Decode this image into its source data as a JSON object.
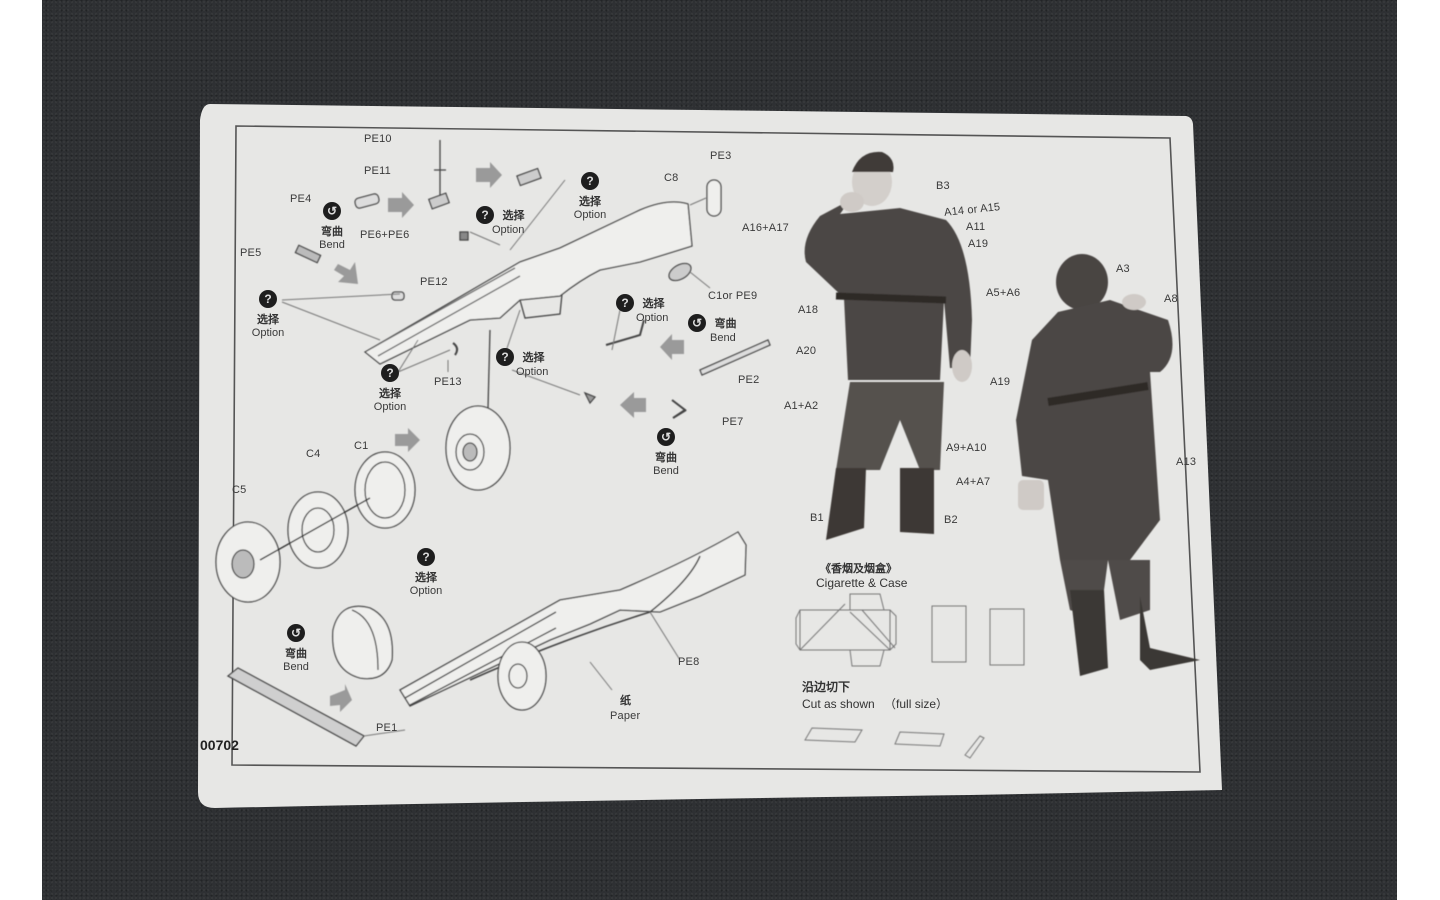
{
  "sheet": {
    "product_code": "00702",
    "colors": {
      "background": "#2e3033",
      "paper": "#e7e7e5",
      "ink": "#3a3a3a",
      "arrow": "#9a9a9a",
      "figure_uniform": "#4b4745"
    }
  },
  "legend": {
    "option": {
      "cn": "选择",
      "en": "Option",
      "icon": "question-circle-icon"
    },
    "bend": {
      "cn": "弯曲",
      "en": "Bend",
      "icon": "bend-circle-icon"
    }
  },
  "weapon_assembly": {
    "labels": {
      "pe10": "PE10",
      "pe11": "PE11",
      "pe4": "PE4",
      "pe5": "PE5",
      "pe6": "PE6+PE6",
      "pe12": "PE12",
      "pe13": "PE13",
      "pe3": "PE3",
      "c8": "C8",
      "c1_pe9": "C1or PE9",
      "pe2": "PE2",
      "pe7": "PE7"
    }
  },
  "drum_assembly": {
    "labels": {
      "c5": "C5",
      "c4": "C4",
      "c1": "C1",
      "pe1": "PE1",
      "pe8": "PE8",
      "paper_cn": "纸",
      "paper_en": "Paper"
    }
  },
  "figure_front": {
    "labels": {
      "b3": "B3",
      "a16_a17": "A16+A17",
      "a14_a15": "A14 or A15",
      "a11": "A11",
      "a19": "A19",
      "a5_a6": "A5+A6",
      "a18": "A18",
      "a20": "A20",
      "a1_a2": "A1+A2",
      "a9_a10": "A9+A10",
      "b1": "B1",
      "b2": "B2"
    }
  },
  "figure_back": {
    "labels": {
      "a3": "A3",
      "a8": "A8",
      "a19": "A19",
      "a13": "A13",
      "a4_a7": "A4+A7"
    }
  },
  "cigarette_case": {
    "title_cn": "《香烟及烟盒》",
    "title_en": "Cigarette & Case",
    "cut_cn": "沿边切下",
    "cut_en": "Cut as shown",
    "cut_note": "（full size）"
  }
}
